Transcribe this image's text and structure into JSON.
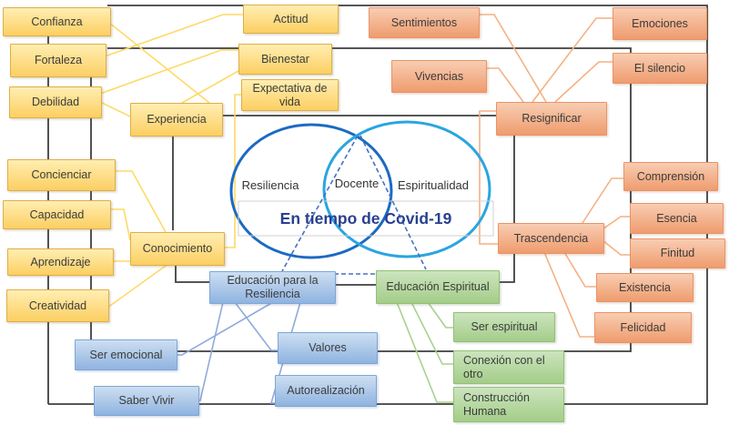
{
  "venn": {
    "left_label": "Resiliencia",
    "middle_label": "Docente",
    "right_label": "Espiritualidad",
    "caption": "En tiempo de Covid-19"
  },
  "nodes": {
    "confianza": "Confianza",
    "fortaleza": "Fortaleza",
    "debilidad": "Debilidad",
    "concienciar": "Concienciar",
    "capacidad": "Capacidad",
    "aprendizaje": "Aprendizaje",
    "creatividad": "Creatividad",
    "experiencia": "Experiencia",
    "conocimiento": "Conocimiento",
    "actitud": "Actitud",
    "bienestar": "Bienestar",
    "expectativa_de_vida": "Expectativa de vida",
    "sentimientos": "Sentimientos",
    "vivencias": "Vivencias",
    "emociones": "Emociones",
    "el_silencio": "El silencio",
    "resignificar": "Resignificar",
    "trascendencia": "Trascendencia",
    "comprension": "Comprensión",
    "esencia": "Esencia",
    "finitud": "Finitud",
    "existencia": "Existencia",
    "felicidad": "Felicidad",
    "edu_resiliencia": "Educación para la Resiliencia",
    "edu_espiritual": "Educación Espiritual",
    "ser_emocional": "Ser emocional",
    "saber_vivir": "Saber Vivir",
    "valores": "Valores",
    "autorealizacion": "Autorealización",
    "ser_espiritual": "Ser espiritual",
    "conexion_otro": "Conexión con el otro",
    "construccion_humana": "Construcción Humana"
  },
  "colors": {
    "yellow_node": "#fccf62",
    "orange_node": "#ef9c6e",
    "blue_node": "#8fb3e0",
    "green_node": "#a4cd89",
    "dark_line": "#3f3f3f",
    "yellow_line": "#ffd966",
    "orange_line": "#f4b183",
    "blue_line": "#8faadc",
    "green_line": "#a9d18e",
    "dashed_line": "#4472c4",
    "venn_left_circle": "#1b6ac2",
    "venn_right_circle": "#2aa5e1",
    "caption_text": "#28408f"
  }
}
